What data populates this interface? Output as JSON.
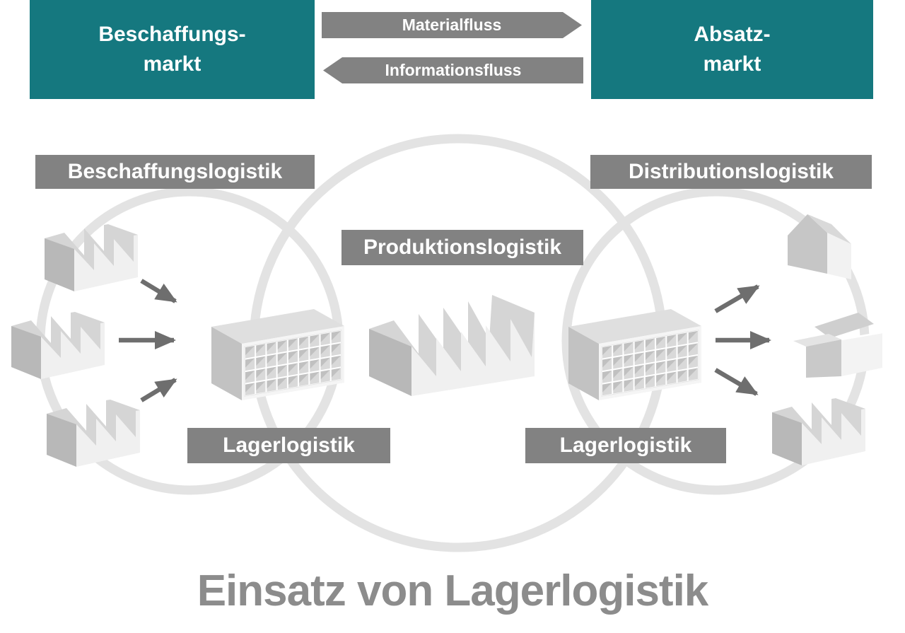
{
  "colors": {
    "teal": "#15787f",
    "label_box_gray": "#828282",
    "flow_banner_gray": "#828282",
    "arrow_gray": "#6e6e6e",
    "circle_gray": "#e3e3e3",
    "title_gray": "#8c8c8c"
  },
  "markets": {
    "left": {
      "label": "Beschaffungs-\nmarkt"
    },
    "right": {
      "label": "Absatz-\nmarkt"
    }
  },
  "flows": {
    "material": {
      "label": "Materialfluss",
      "direction": "right"
    },
    "information": {
      "label": "Informationsfluss",
      "direction": "left"
    }
  },
  "process_labels": {
    "procurement": "Beschaffungslogistik",
    "distribution": "Distributionslogistik",
    "production": "Produktionslogistik",
    "warehouse_left": "Lagerlogistik",
    "warehouse_right": "Lagerlogistik"
  },
  "icons": {
    "suppliers": [
      "factory-icon",
      "factory-icon",
      "factory-icon"
    ],
    "warehouse_left": "warehouse-shelf-icon",
    "production_plant": "factory-large-icon",
    "warehouse_right": "warehouse-shelf-icon",
    "customers": [
      "house-icon",
      "open-box-icon",
      "factory-icon"
    ]
  },
  "title": "Einsatz von Lagerlogistik"
}
